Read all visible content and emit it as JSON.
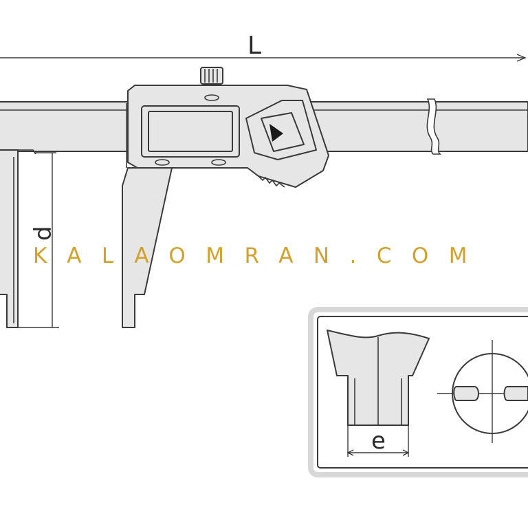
{
  "labels": {
    "length": "L",
    "depth": "d",
    "width": "e"
  },
  "watermark": "KALAOMRAN.COM",
  "colors": {
    "line": "#3a3a3a",
    "fill": "#e6e6e6",
    "watermark": "#d4a12a",
    "inset_border": "#d8d8d8"
  }
}
